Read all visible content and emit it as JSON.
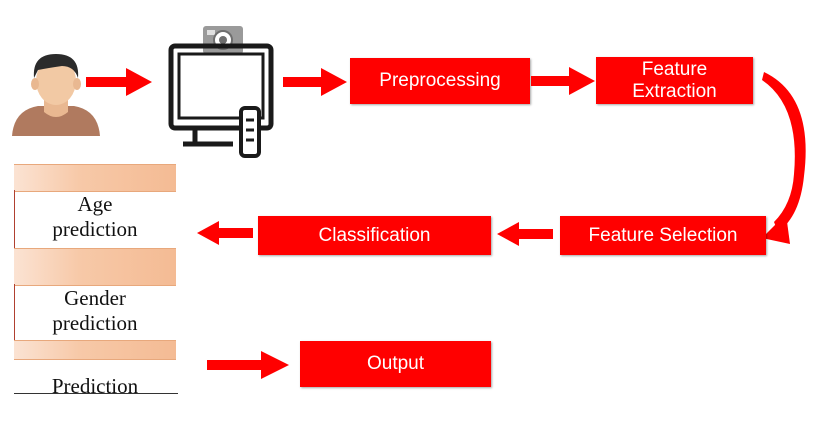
{
  "steps": {
    "preprocessing": "Preprocessing",
    "feature_extraction": "Feature\nExtraction",
    "feature_selection": "Feature Selection",
    "classification": "Classification",
    "output": "Output"
  },
  "predictions": {
    "age": "Age\nprediction",
    "gender": "Gender\nprediction",
    "prediction": "Prediction"
  },
  "colors": {
    "box": "#ff0000",
    "arrow": "#ff0000",
    "band": "#f7c9a8",
    "person_skin": "#f2c9a4",
    "person_shirt": "#b07a5f"
  },
  "icons": {
    "person": "person-icon",
    "computer": "monitor-camera-icon"
  }
}
